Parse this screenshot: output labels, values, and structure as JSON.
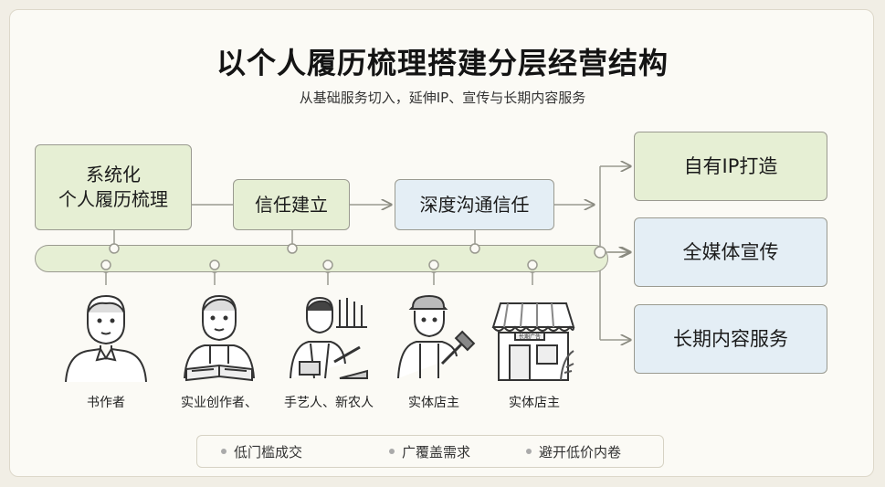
{
  "title": "以个人履历梳理搭建分层经营结构",
  "subtitle": "从基础服务切入，延伸IP、宣传与长期内容服务",
  "flow": {
    "step1": "系统化\n个人履历梳理",
    "step2": "信任建立",
    "step3": "深度沟通信任"
  },
  "outcomes": [
    "自有IP打造",
    "全媒体宣传",
    "长期内容服务"
  ],
  "audiences": [
    "书作者",
    "实业创作者、",
    "手艺人、新农人",
    "实体店主",
    "实体店主"
  ],
  "shop_sign": "长期广告",
  "highlights": [
    "低门槛成交",
    "广覆盖需求",
    "避开低价内卷"
  ],
  "colors": {
    "green_box": "#e6efd4",
    "blue_box": "#e4eef5",
    "line": "#9a9a90"
  },
  "icons": [
    "writer-person-icon",
    "creator-reading-icon",
    "craftsman-icon",
    "shop-owner-hammer-icon",
    "storefront-icon"
  ]
}
